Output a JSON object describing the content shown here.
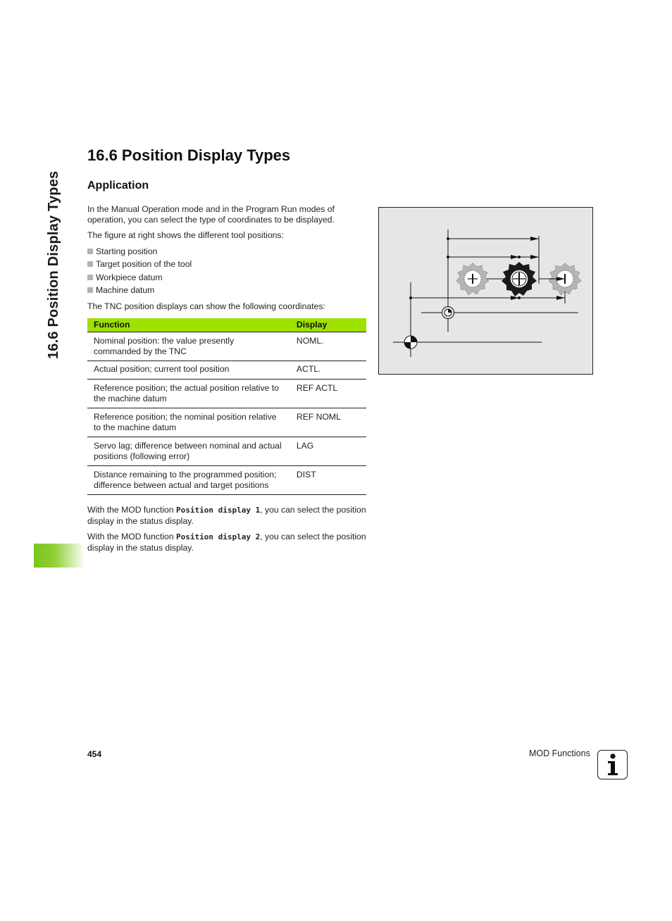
{
  "side_tab": {
    "title": "16.6 Position Display Types",
    "color": "#7ac51c"
  },
  "header": {
    "section_title": "16.6 Position Display Types"
  },
  "application": {
    "heading": "Application",
    "intro": "In the Manual Operation mode and in the Program Run modes of operation, you can select the type of coordinates to be displayed.",
    "figure_caption_ref": "The figure at right shows the different tool positions:",
    "bullets": [
      "Starting position",
      "Target position of the tool",
      "Workpiece datum",
      "Machine datum"
    ],
    "table_intro": "The TNC position displays can show the following coordinates:"
  },
  "table": {
    "header_color": "#9ee000",
    "columns": [
      "Function",
      "Display"
    ],
    "rows": [
      {
        "function": "Nominal position: the value presently commanded by the TNC",
        "display": "NOML."
      },
      {
        "function": "Actual position; current tool position",
        "display": "ACTL."
      },
      {
        "function": "Reference position; the actual position relative to the machine datum",
        "display": "REF ACTL"
      },
      {
        "function": "Reference position; the nominal position relative to the machine datum",
        "display": "REF NOML"
      },
      {
        "function": "Servo lag; difference between nominal and actual positions (following error)",
        "display": "LAG"
      },
      {
        "function": "Distance remaining to the programmed position; difference between actual and target positions",
        "display": "DIST"
      }
    ]
  },
  "mod_notes": [
    {
      "prefix": "With the MOD function ",
      "code": "Position display 1",
      "suffix": ", you can select the position display in the status display."
    },
    {
      "prefix": "With the MOD function ",
      "code": "Position display 2",
      "suffix": ", you can select the position display in the status display."
    }
  ],
  "figure": {
    "background": "#e6e6e6",
    "elements": [
      "starting-position-tool",
      "actual-position-tool",
      "target-position-tool",
      "workpiece-datum-symbol",
      "machine-datum-symbol",
      "dimension-arrows"
    ]
  },
  "footer": {
    "page_number": "454",
    "chapter": "MOD Functions",
    "icon": "info-icon"
  }
}
